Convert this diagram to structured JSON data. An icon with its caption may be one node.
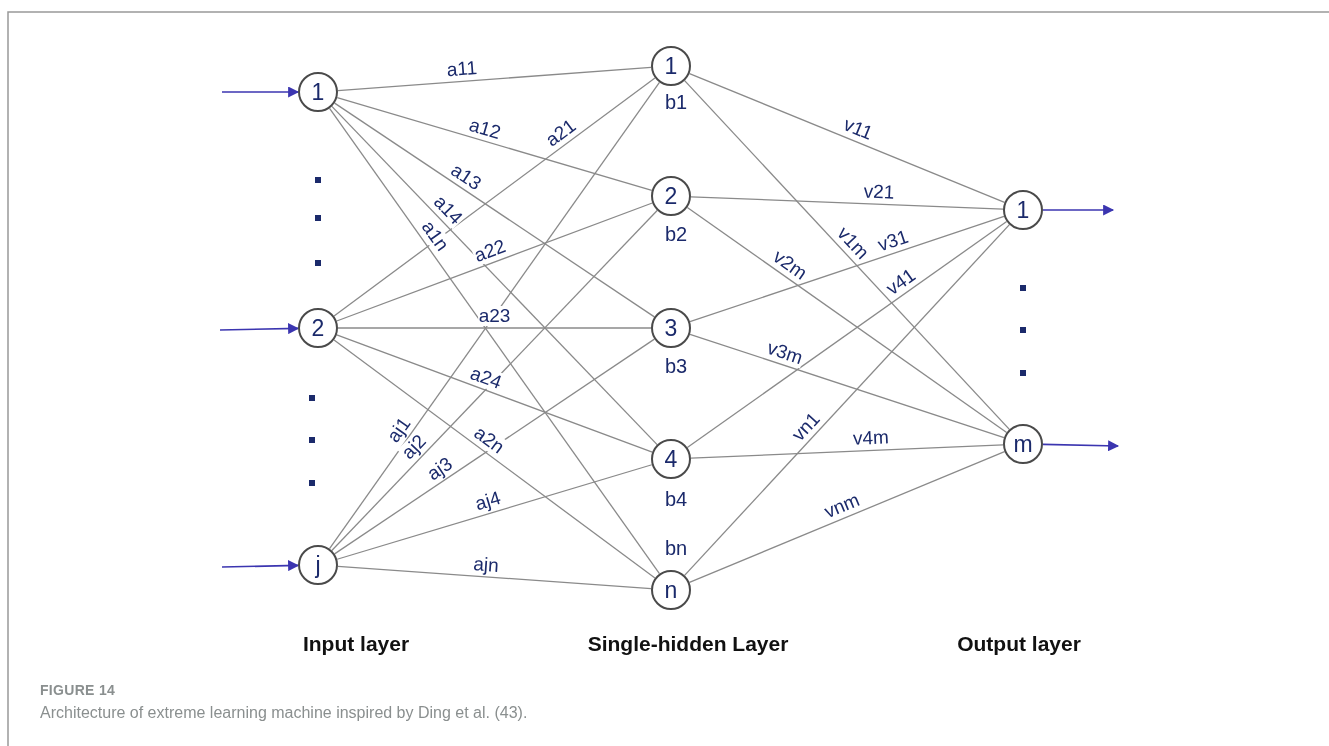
{
  "diagram": {
    "title": "FIGURE 14",
    "caption": "Architecture of extreme learning machine inspired by Ding et al. (43).",
    "nodes": [
      {
        "text": [
          "1"
        ]
      },
      {
        "text": [
          "2"
        ]
      },
      {
        "text": [
          "j"
        ]
      },
      {
        "text": [
          "1"
        ],
        "beside": [
          "b1"
        ]
      },
      {
        "text": [
          "2"
        ],
        "beside": [
          "b2"
        ]
      },
      {
        "text": [
          "3"
        ],
        "beside": [
          "b3"
        ]
      },
      {
        "text": [
          "4"
        ],
        "beside": [
          "b4"
        ]
      },
      {
        "text": [
          "n"
        ],
        "beside": [
          "bn"
        ]
      },
      {
        "text": [
          "1"
        ]
      },
      {
        "text": [
          "m"
        ]
      }
    ],
    "edges": [
      {
        "from": null,
        "to": 0,
        "arrow": "to",
        "color": "#3b35b0"
      },
      {
        "from": null,
        "to": 1,
        "arrow": "to",
        "color": "#3b35b0"
      },
      {
        "from": null,
        "to": 2,
        "arrow": "to",
        "color": "#3b35b0"
      },
      {
        "from": 0,
        "to": 3,
        "arrow": "none",
        "label": "a11"
      },
      {
        "from": 0,
        "to": 4,
        "arrow": "none",
        "label": "a12"
      },
      {
        "from": 0,
        "to": 5,
        "arrow": "none",
        "label": "a13"
      },
      {
        "from": 0,
        "to": 6,
        "arrow": "none",
        "label": "a14"
      },
      {
        "from": 0,
        "to": 7,
        "arrow": "none",
        "label": "a1n"
      },
      {
        "from": 1,
        "to": 3,
        "arrow": "none",
        "label": "a21"
      },
      {
        "from": 1,
        "to": 4,
        "arrow": "none",
        "label": "a22"
      },
      {
        "from": 1,
        "to": 5,
        "arrow": "none",
        "label": "a23"
      },
      {
        "from": 1,
        "to": 6,
        "arrow": "none",
        "label": "a24"
      },
      {
        "from": 1,
        "to": 7,
        "arrow": "none",
        "label": "a2n"
      },
      {
        "from": 2,
        "to": 3,
        "arrow": "none",
        "label": "aj1"
      },
      {
        "from": 2,
        "to": 4,
        "arrow": "none",
        "label": "aj2"
      },
      {
        "from": 2,
        "to": 5,
        "arrow": "none",
        "label": "aj3"
      },
      {
        "from": 2,
        "to": 6,
        "arrow": "none",
        "label": "aj4"
      },
      {
        "from": 2,
        "to": 7,
        "arrow": "none",
        "label": "ajn"
      },
      {
        "from": 3,
        "to": 8,
        "arrow": "none",
        "label": "v11"
      },
      {
        "from": 4,
        "to": 8,
        "arrow": "none",
        "label": "v21"
      },
      {
        "from": 5,
        "to": 8,
        "arrow": "none",
        "label": "v31"
      },
      {
        "from": 6,
        "to": 8,
        "arrow": "none",
        "label": "v41"
      },
      {
        "from": 7,
        "to": 8,
        "arrow": "none",
        "label": "vn1"
      },
      {
        "from": 3,
        "to": 9,
        "arrow": "none",
        "label": "v1m"
      },
      {
        "from": 4,
        "to": 9,
        "arrow": "none",
        "label": "v2m"
      },
      {
        "from": 5,
        "to": 9,
        "arrow": "none",
        "label": "v3m"
      },
      {
        "from": 6,
        "to": 9,
        "arrow": "none",
        "label": "v4m"
      },
      {
        "from": 7,
        "to": 9,
        "arrow": "none",
        "label": "vnm"
      },
      {
        "from": 8,
        "to": null,
        "arrow": "to",
        "color": "#3b35b0"
      },
      {
        "from": 9,
        "to": null,
        "arrow": "to",
        "color": "#3b35b0"
      }
    ],
    "labels": [
      "Input layer",
      "Single-hidden Layer",
      "Output layer"
    ]
  }
}
